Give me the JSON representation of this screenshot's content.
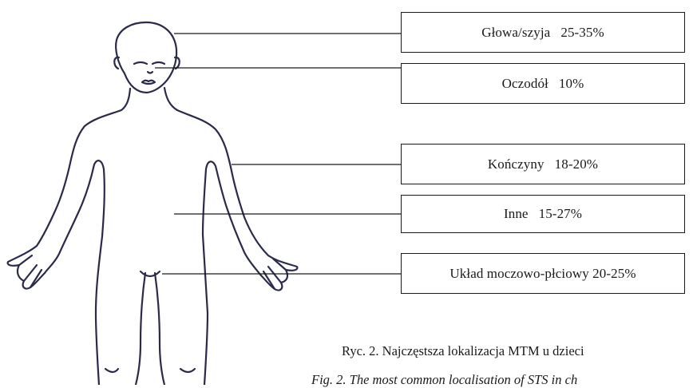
{
  "labels": [
    {
      "text": "Głowa/szyja   25-35%"
    },
    {
      "text": "Oczodół   10%"
    },
    {
      "text": "Kończyny   18-20%"
    },
    {
      "text": "Inne   15-27%"
    },
    {
      "text": "Układ moczowo-płciowy 20-25%"
    }
  ],
  "caption": {
    "polish": "Ryc. 2. Najczęstsza lokalizacja MTM u dzieci",
    "english_fragment": "Fig. 2. The most common localisation of STS in ch"
  },
  "colors": {
    "line": "#1a1a1a",
    "background": "#ffffff"
  }
}
